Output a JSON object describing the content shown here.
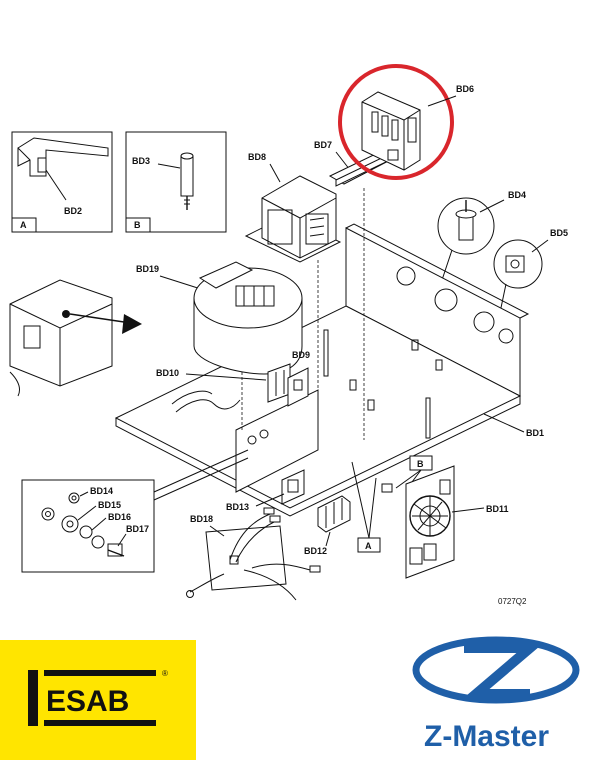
{
  "parts": {
    "bd1": "BD1",
    "bd2": "BD2",
    "bd3": "BD3",
    "bd4": "BD4",
    "bd5": "BD5",
    "bd6": "BD6",
    "bd7": "BD7",
    "bd8": "BD8",
    "bd9": "BD9",
    "bd10": "BD10",
    "bd11": "BD11",
    "bd12": "BD12",
    "bd13": "BD13",
    "bd14": "BD14",
    "bd15": "BD15",
    "bd16": "BD16",
    "bd17": "BD17",
    "bd18": "BD18",
    "bd19": "BD19"
  },
  "detail_labels": {
    "a_box": "A",
    "b_box": "B",
    "a_callout": "A",
    "b_callout": "B"
  },
  "drawing_code": "0727Q2",
  "logos": {
    "esab": "ESAB",
    "esab_mark": "®",
    "zmaster": "Z-Master"
  },
  "colors": {
    "highlight": "#d9262c",
    "esab_yellow": "#ffe500",
    "zmaster_blue": "#1f5fa8"
  }
}
